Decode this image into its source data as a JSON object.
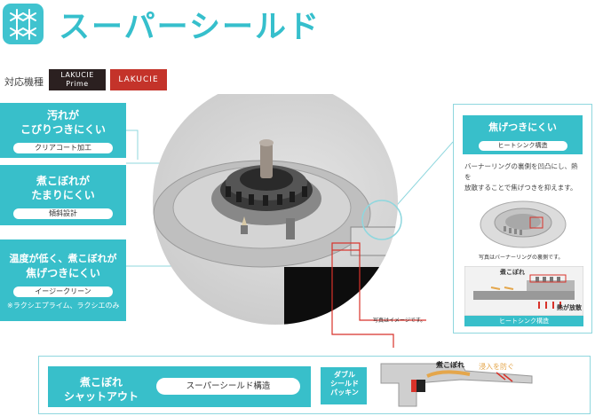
{
  "header": {
    "title": "スーパーシールド",
    "icon": "snowflake-stars-icon",
    "accent_color": "#38bfca"
  },
  "compat": {
    "label": "対応機種",
    "badge_dark_line1": "LAKUCIE",
    "badge_dark_line2": "Prime",
    "badge_red": "LAKUCIE"
  },
  "features": [
    {
      "title_line1": "汚れが",
      "title_line2": "こびりつきにくい",
      "tag": "クリアコート加工"
    },
    {
      "title_line1": "煮こぼれが",
      "title_line2": "たまりにくい",
      "tag": "傾斜設計"
    },
    {
      "title_line1": "温度が低く、煮こぼれが",
      "title_line2": "焦げつきにくい",
      "tag": "イージークリーン",
      "note": "※ラクシエプライム、ラクシエのみ"
    }
  ],
  "photo": {
    "caption": "写真はイメージです。"
  },
  "panel": {
    "title": "焦げつきにくい",
    "tag": "ヒートシンク構造",
    "desc_line1": "バーナーリングの裏側を凹凸にし、熱を",
    "desc_line2": "放散することで焦げつきを抑えます。",
    "fig_caption": "写真はバーナーリングの裏側です。",
    "diag_label_top": "煮こぼれ",
    "diag_label_heat": "熱が放散",
    "diag_label_bottom": "ヒートシンク構造"
  },
  "bottom": {
    "left_line1": "煮こぼれ",
    "left_line2": "シャットアウト",
    "pill": "スーパーシールド構造",
    "seal_line1": "ダブル",
    "seal_line2": "シールド",
    "seal_line3": "パッキン",
    "spill_label": "煮こぼれ",
    "block_label": "浸入を防ぐ"
  }
}
